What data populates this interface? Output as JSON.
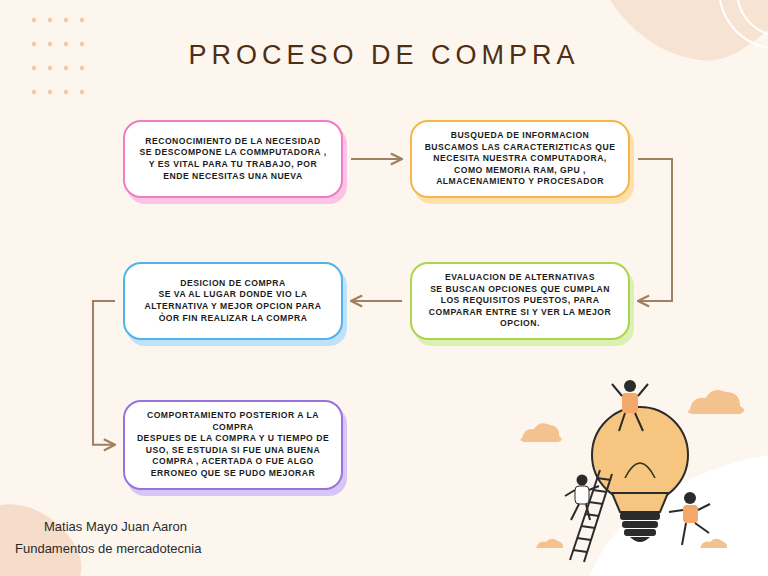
{
  "diagram": {
    "title": "PROCESO DE COMPRA",
    "nodes": [
      {
        "text": [
          "RECONOCIMIENTO DE LA NECESIDAD",
          "SE DESCOMPONE LA COMMPUTADORA , Y ES VITAL PARA TU TRABAJO, POR ENDE NECESITAS UNA NUEVA"
        ]
      },
      {
        "text": [
          "BUSQUEDA DE INFORMACION",
          "BUSCAMOS LAS CARACTERIZTICAS QUE NECESITA NUESTRA COMPUTADORA, COMO MEMORIA RAM, GPU , ALMACENAMIENTO Y PROCESADOR"
        ]
      },
      {
        "text": [
          "DESICION DE COMPRA",
          "SE VA AL LUGAR DONDE VIO LA ALTERNATIVA Y MEJOR OPCION PARA ÒOR FIN REALIZAR LA COMPRA"
        ]
      },
      {
        "text": [
          "EVALUACION DE ALTERNATIVAS",
          "SE BUSCAN OPCIONES QUE CUMPLAN LOS REQUISITOS PUESTOS, PARA COMPARAR ENTRE SI Y VER LA MEJOR OPCION."
        ]
      },
      {
        "text": [
          "COMPORTAMIENTO POSTERIOR A LA COMPRA",
          "DESPUES DE LA COMPRA Y U TIEMPO DE USO, SE ESTUDIA SI FUE UNA BUENA COMPRA , ACERTADA O FUE ALGO ERRONEO QUE SE PUDO MEJORAR"
        ]
      }
    ],
    "edges": [
      {
        "from": 0,
        "to": 1,
        "arrow": "to"
      },
      {
        "from": 1,
        "to": 3,
        "arrow": "to"
      },
      {
        "from": 3,
        "to": 2,
        "arrow": "to"
      },
      {
        "from": 2,
        "to": 4,
        "arrow": "to"
      }
    ],
    "labels": [
      "Matias Mayo Juan Aaron",
      "Fundamentos de mercadotecnia"
    ]
  }
}
